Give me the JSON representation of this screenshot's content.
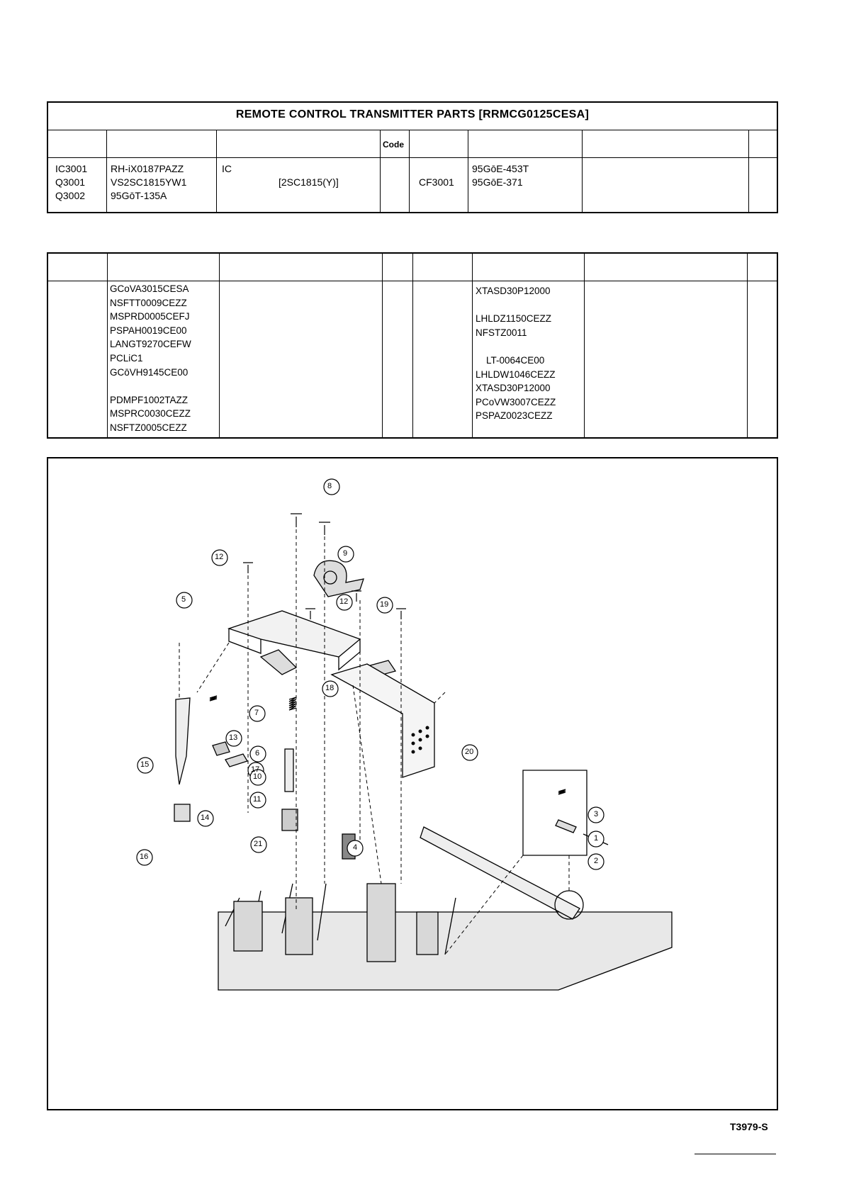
{
  "table1": {
    "title": "REMOTE CONTROL TRANSMITTER PARTS [RRMCG0125CESA]",
    "code_header": "Code",
    "col_ref": "IC3001\nQ3001\nQ3002",
    "col_part": "RH-iX0187PAZZ\nVS2SC1815YW1\n95GōT-135A",
    "col_desc_1": "IC",
    "col_desc_2": "[2SC1815(Y)]",
    "col_ref2": "CF3001",
    "col_part2": "95GōE-453T\n95GōE-371"
  },
  "table2": {
    "col_part_left": "GCoVA3015CESA\nNSFTT0009CEZZ\nMSPRD0005CEFJ\nPSPAH0019CE00\nLANGT9270CEFW\nPCLiC1\nGCōVH9145CE00\n\nPDMPF1002TAZZ\nMSPRC0030CEZZ\nNSFTZ0005CEZZ",
    "col_part_right": "XTASD30P12000\n\nLHLDZ1150CEZZ\nNFSTZ0011\n\n    LT-0064CE00\nLHLDW1046CEZZ\nXTASD30P12000\nPCoVW3007CEZZ\nPSPAZ0023CEZZ"
  },
  "figure": {
    "callouts": [
      "8",
      "9",
      "12",
      "5",
      "12",
      "19",
      "18",
      "7",
      "13",
      "6",
      "20",
      "15",
      "17",
      "10",
      "11",
      "14",
      "16",
      "21",
      "4",
      "3",
      "1",
      "2"
    ]
  },
  "footer": {
    "code": "T3979-S"
  }
}
